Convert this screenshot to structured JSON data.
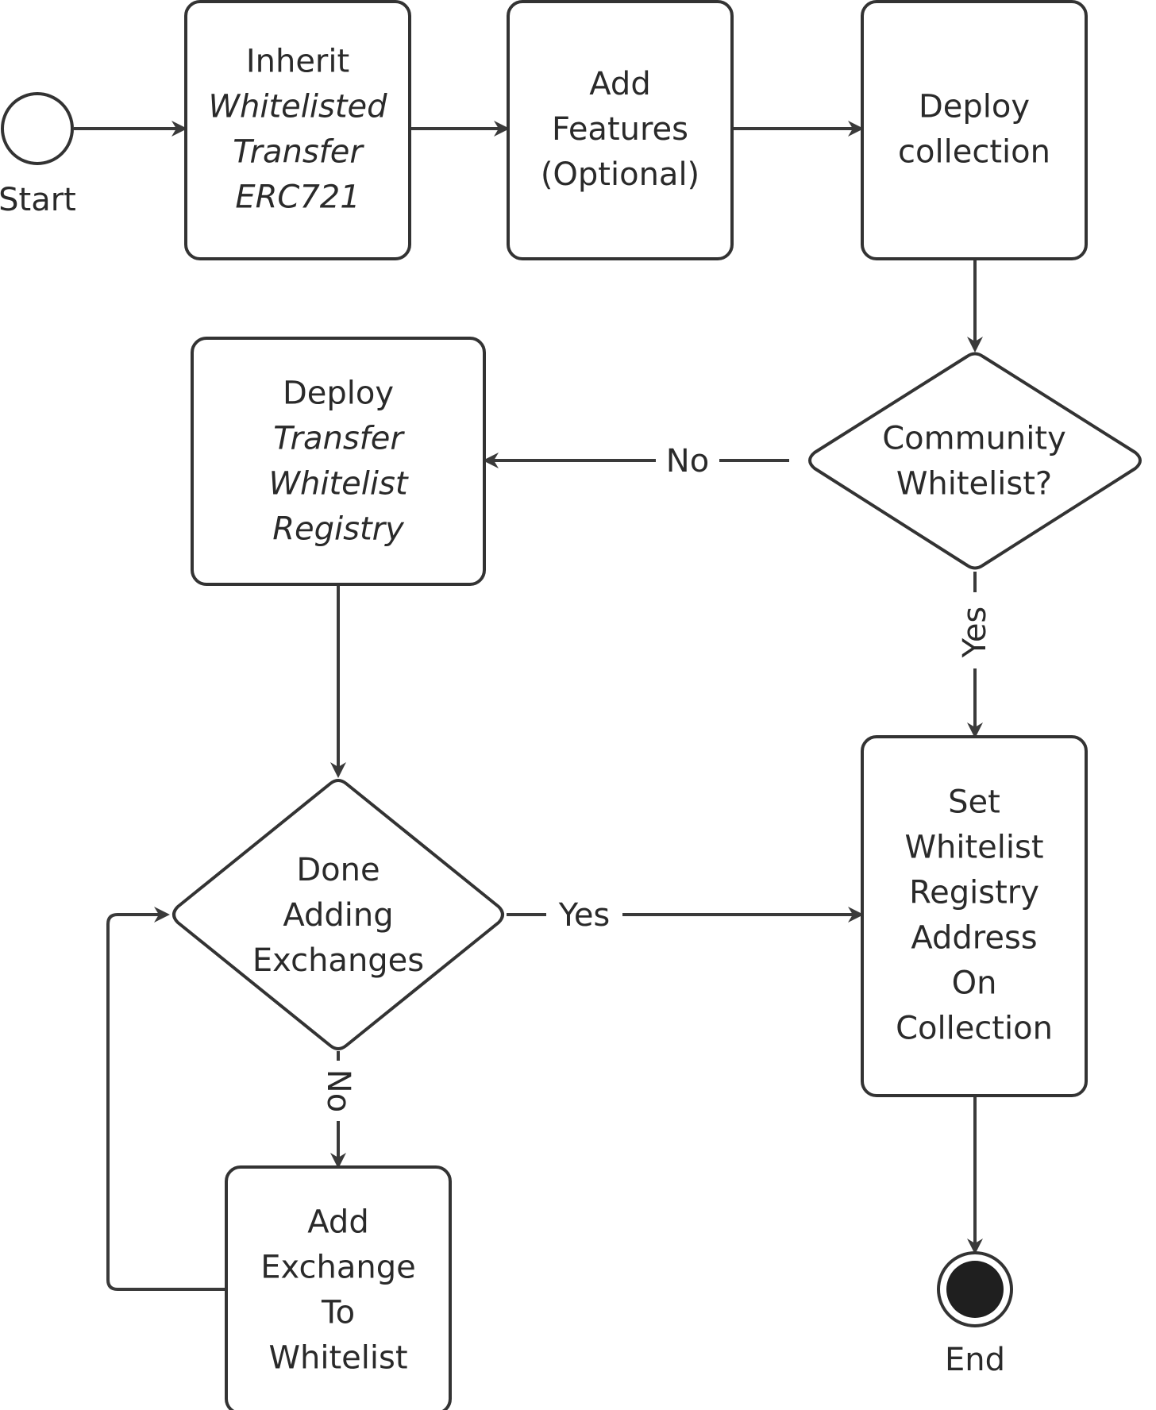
{
  "diagram": {
    "start": {
      "label": "Start"
    },
    "end": {
      "label": "End"
    },
    "nodes": {
      "inherit": [
        {
          "text": "Inherit",
          "italic": false
        },
        {
          "text": "Whitelisted",
          "italic": true
        },
        {
          "text": "Transfer",
          "italic": true
        },
        {
          "text": "ERC721",
          "italic": true
        }
      ],
      "add_features": [
        {
          "text": "Add",
          "italic": false
        },
        {
          "text": "Features",
          "italic": false
        },
        {
          "text": "(Optional)",
          "italic": false
        }
      ],
      "deploy_collection": [
        {
          "text": "Deploy",
          "italic": false
        },
        {
          "text": "collection",
          "italic": false
        }
      ],
      "community_whitelist": [
        {
          "text": "Community",
          "italic": false
        },
        {
          "text": "Whitelist?",
          "italic": false
        }
      ],
      "deploy_registry": [
        {
          "text": "Deploy",
          "italic": false
        },
        {
          "text": "Transfer",
          "italic": true
        },
        {
          "text": "Whitelist",
          "italic": true
        },
        {
          "text": "Registry",
          "italic": true
        }
      ],
      "done_adding": [
        {
          "text": "Done",
          "italic": false
        },
        {
          "text": "Adding",
          "italic": false
        },
        {
          "text": "Exchanges",
          "italic": false
        }
      ],
      "set_registry": [
        {
          "text": "Set",
          "italic": false
        },
        {
          "text": "Whitelist",
          "italic": false
        },
        {
          "text": "Registry",
          "italic": false
        },
        {
          "text": "Address",
          "italic": false
        },
        {
          "text": "On",
          "italic": false
        },
        {
          "text": "Collection",
          "italic": false
        }
      ],
      "add_exchange": [
        {
          "text": "Add",
          "italic": false
        },
        {
          "text": "Exchange",
          "italic": false
        },
        {
          "text": "To",
          "italic": false
        },
        {
          "text": "Whitelist",
          "italic": false
        }
      ]
    },
    "edge_labels": {
      "community_no": "No",
      "community_yes": "Yes",
      "done_yes": "Yes",
      "done_no": "No"
    },
    "colors": {
      "stroke": "#333333",
      "text": "#2a2a2a",
      "end_fill": "#1f1f1f",
      "background": "#ffffff"
    }
  }
}
